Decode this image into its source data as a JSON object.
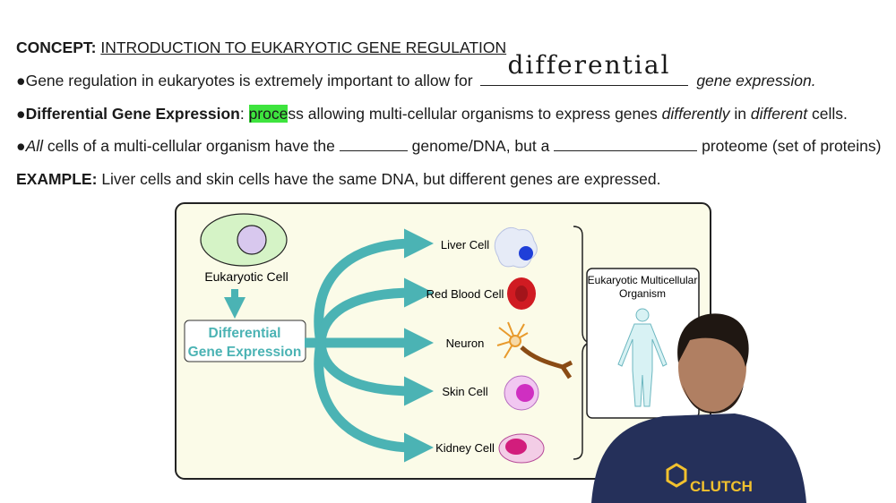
{
  "concept": {
    "label": "CONCEPT:",
    "title": "INTRODUCTION TO EUKARYOTIC GENE REGULATION"
  },
  "bullets": [
    {
      "before": "Gene regulation in eukaryotes is extremely important to allow for",
      "handwritten": "differential",
      "after": "gene expression."
    },
    {
      "term": "Differential Gene Expression",
      "colon": ":",
      "highlighted": "proce",
      "rest1": "ss allowing multi-cellular organisms to express genes",
      "em1": "differently",
      "rest2": "in",
      "em2": "different",
      "rest3": "cells."
    },
    {
      "em": "All",
      "t1": "cells of a multi-cellular organism have the",
      "t2": "genome/DNA, but a",
      "t3": "proteome (set of proteins)"
    }
  ],
  "example": {
    "label": "EXAMPLE:",
    "text": "Liver cells and skin cells have the same DNA, but different genes are expressed."
  },
  "diagram": {
    "source": "Eukaryotic Cell",
    "process": [
      "Differential",
      "Gene Expression"
    ],
    "cells": [
      "Liver Cell",
      "Red Blood Cell",
      "Neuron",
      "Skin Cell",
      "Kidney Cell"
    ],
    "organism": [
      "Eukaryotic Multicellular",
      "Organism"
    ]
  },
  "presenter": {
    "shirt_logo": "CLUTCH"
  },
  "colors": {
    "teal": "#4bb3b4",
    "highlight": "#3ee43e",
    "diagram_bg": "#fbfbe8"
  }
}
